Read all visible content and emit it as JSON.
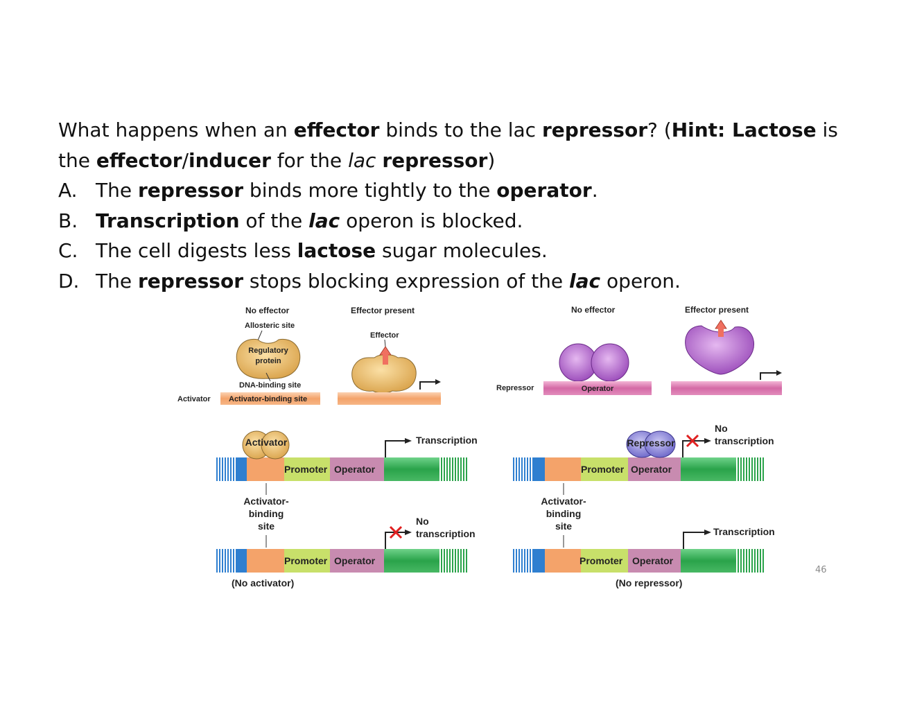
{
  "question": {
    "line1": [
      "What happens when an ",
      "effector",
      " binds to the lac ",
      "repressor",
      "? (",
      "Hint: Lactose",
      " is"
    ],
    "line2": [
      "the ",
      "effector",
      "/",
      "inducer",
      " for the ",
      "lac",
      " ",
      "repressor",
      ")"
    ],
    "options": [
      {
        "letter": "A.",
        "parts": [
          "The ",
          "repressor",
          " binds more tightly to the ",
          "operator",
          "."
        ]
      },
      {
        "letter": "B.",
        "parts": [
          "Transcription",
          " of the ",
          "lac",
          " operon is blocked."
        ]
      },
      {
        "letter": "C.",
        "parts": [
          "The cell digests less ",
          "lactose",
          " sugar molecules."
        ]
      },
      {
        "letter": "D.",
        "parts": [
          "The ",
          "repressor",
          " stops blocking expression of the ",
          "lac",
          " operon."
        ]
      }
    ]
  },
  "figure": {
    "no_effector": "No effector",
    "effector_present": "Effector present",
    "allosteric_site": "Allosteric site",
    "regulatory": "Regulatory",
    "protein": "protein",
    "dna_binding_site": "DNA-binding site",
    "activator_side": "Activator",
    "activator_binding_site": "Activator-binding site",
    "effector": "Effector",
    "repressor_side": "Repressor",
    "operator_box": "Operator",
    "activator_blob": "Activator",
    "repressor_blob": "Repressor",
    "transcription": "Transcription",
    "no": "No",
    "transcription_lower": "transcription",
    "promoter": "Promoter",
    "operator": "Operator",
    "activator_hyphen": "Activator-",
    "binding": "binding",
    "site": "site",
    "no_activator": "(No activator)",
    "no_repressor": "(No repressor)"
  },
  "slide_number": "46",
  "colors": {
    "tan_protein": "#e9b964",
    "purple_protein": "#b06ac9",
    "orange_bar": "#f4a36a",
    "pink_bar": "#d46aa6",
    "blue_stripe": "#2f7fd0",
    "green_gene": "#2aa34a",
    "promoter_green": "#c8e06a",
    "operator_pink": "#c88bb0",
    "red_x": "#e02020"
  }
}
